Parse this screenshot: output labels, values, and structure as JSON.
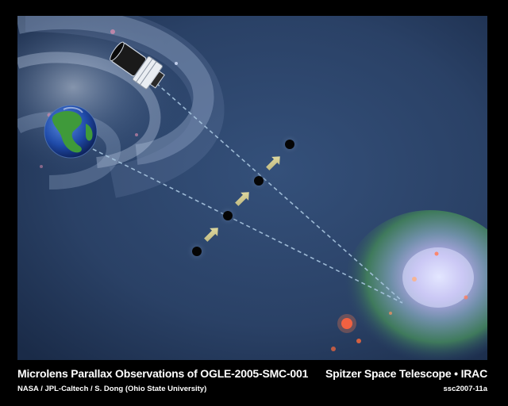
{
  "caption": {
    "title": "Microlens Parallax Observations of OGLE-2005-SMC-001",
    "credit": "NASA / JPL-Caltech / S. Dong (Ohio State University)",
    "instrument": "Spitzer Space Telescope • IRAC",
    "image_id": "ssc2007-11a"
  },
  "colors": {
    "background": "#000000",
    "space": "#2c4468",
    "sight_line": "#a9c6e0",
    "arrow": "#c9c48a",
    "lens": "#050505",
    "caption_text": "#ffffff"
  },
  "icons": [
    "spitzer-telescope-icon",
    "earth-icon",
    "lens-object-icon",
    "motion-arrow-icon",
    "small-magellanic-cloud-icon"
  ]
}
